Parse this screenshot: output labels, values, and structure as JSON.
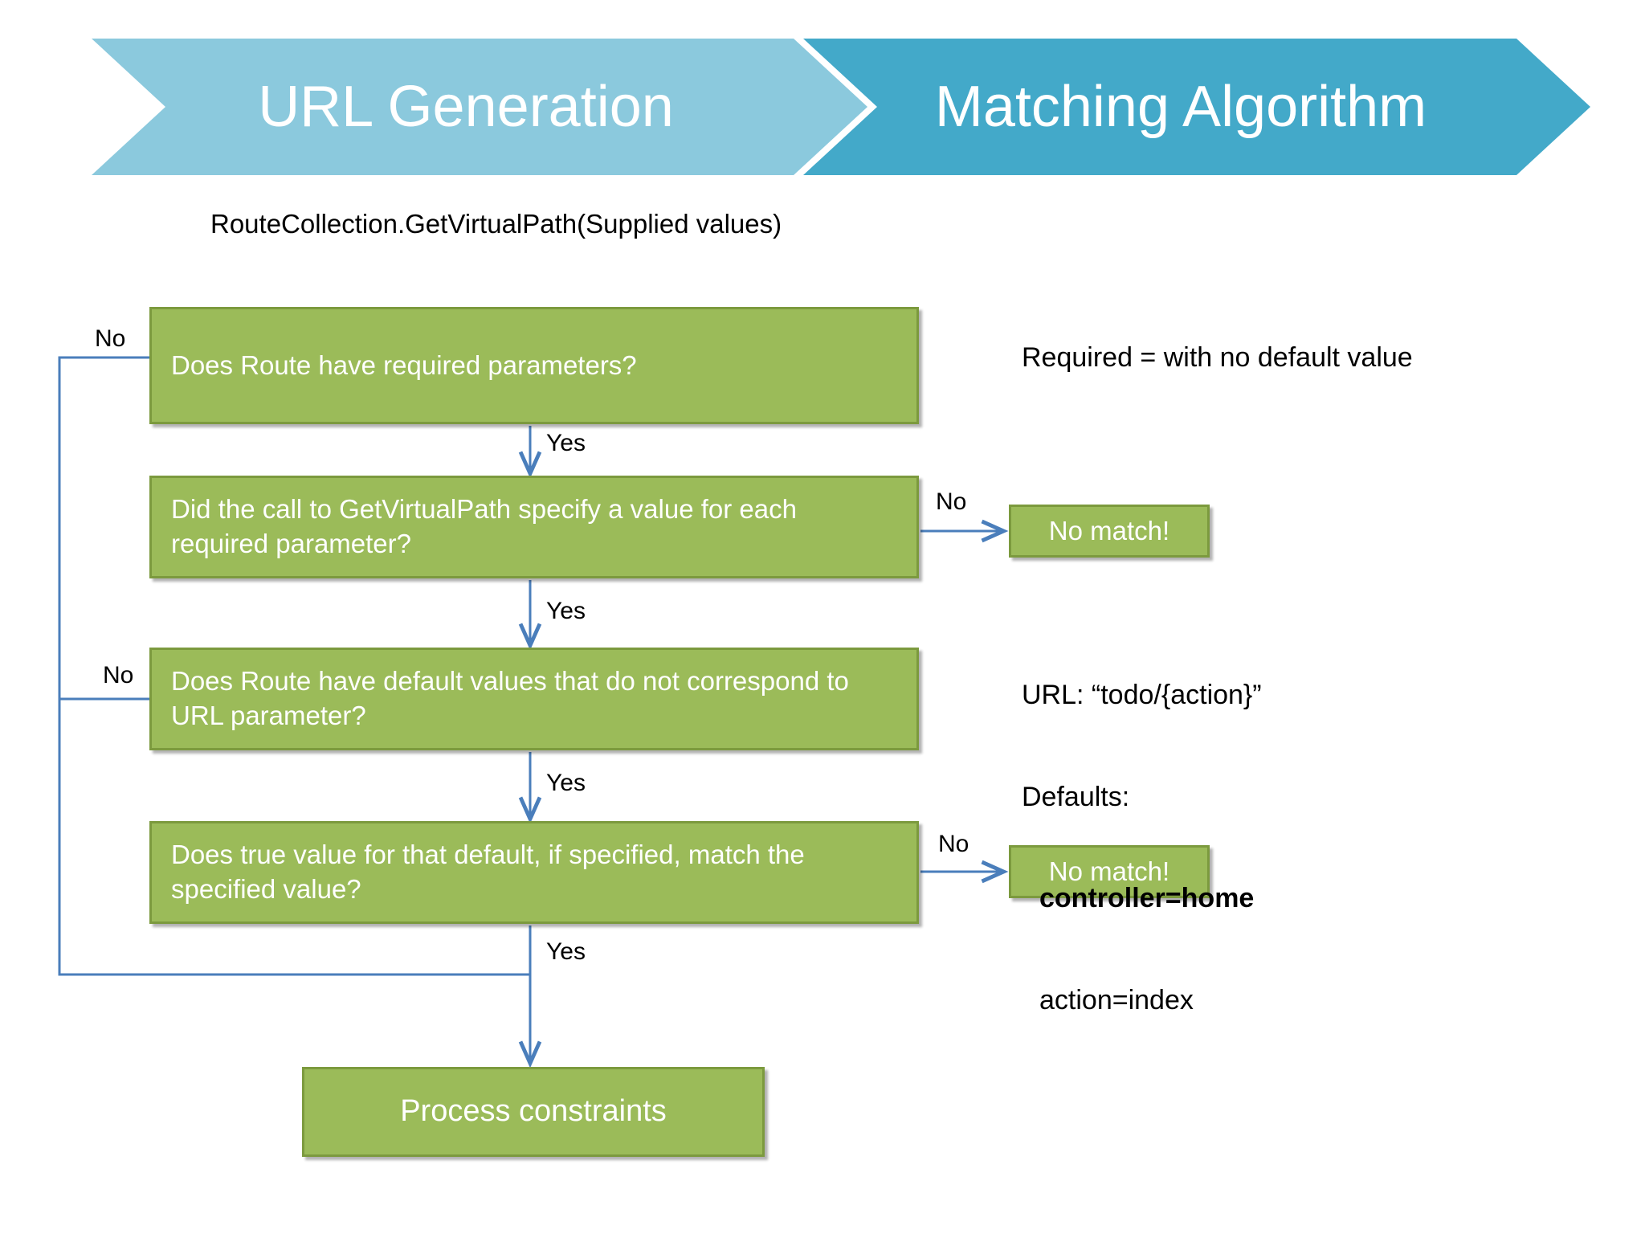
{
  "banner": {
    "segments": [
      {
        "label": "URL Generation",
        "color": "#8BC9DD"
      },
      {
        "label": "Matching Algorithm",
        "color": "#43A9C9"
      }
    ]
  },
  "caption": "RouteCollection.GetVirtualPath(Supplied values)",
  "flow": {
    "boxes": [
      {
        "id": "q1",
        "text": "Does Route have required parameters?"
      },
      {
        "id": "q2",
        "text": "Did the call to GetVirtualPath specify a value for each required parameter?"
      },
      {
        "id": "q3",
        "text": "Does Route have default values that do not correspond to URL parameter?"
      },
      {
        "id": "q4",
        "text": "Does true value for that default, if specified, match the specified value?"
      }
    ],
    "terminals": [
      {
        "id": "nomatch1",
        "text": "No match!"
      },
      {
        "id": "nomatch2",
        "text": "No match!"
      },
      {
        "id": "process",
        "text": "Process constraints"
      }
    ],
    "labels": {
      "no1": "No",
      "yes1": "Yes",
      "no2": "No",
      "yes2": "Yes",
      "no3": "No",
      "yes3": "Yes",
      "no4": "No",
      "yes4": "Yes"
    }
  },
  "notes": {
    "required": "Required = with no default value",
    "url_line": "URL: “todo/{action}”",
    "defaults_line": "Defaults:",
    "default_controller": "controller=home",
    "default_action": "action=index"
  },
  "colors": {
    "box_fill": "#9BBB59",
    "box_border": "#7C9A3E",
    "box_text": "#FFFFFF",
    "connector": "#4A7EBB",
    "banner_light": "#8BC9DD",
    "banner_dark": "#43A9C9",
    "page_background": "#FFFFFF",
    "text": "#000000"
  }
}
